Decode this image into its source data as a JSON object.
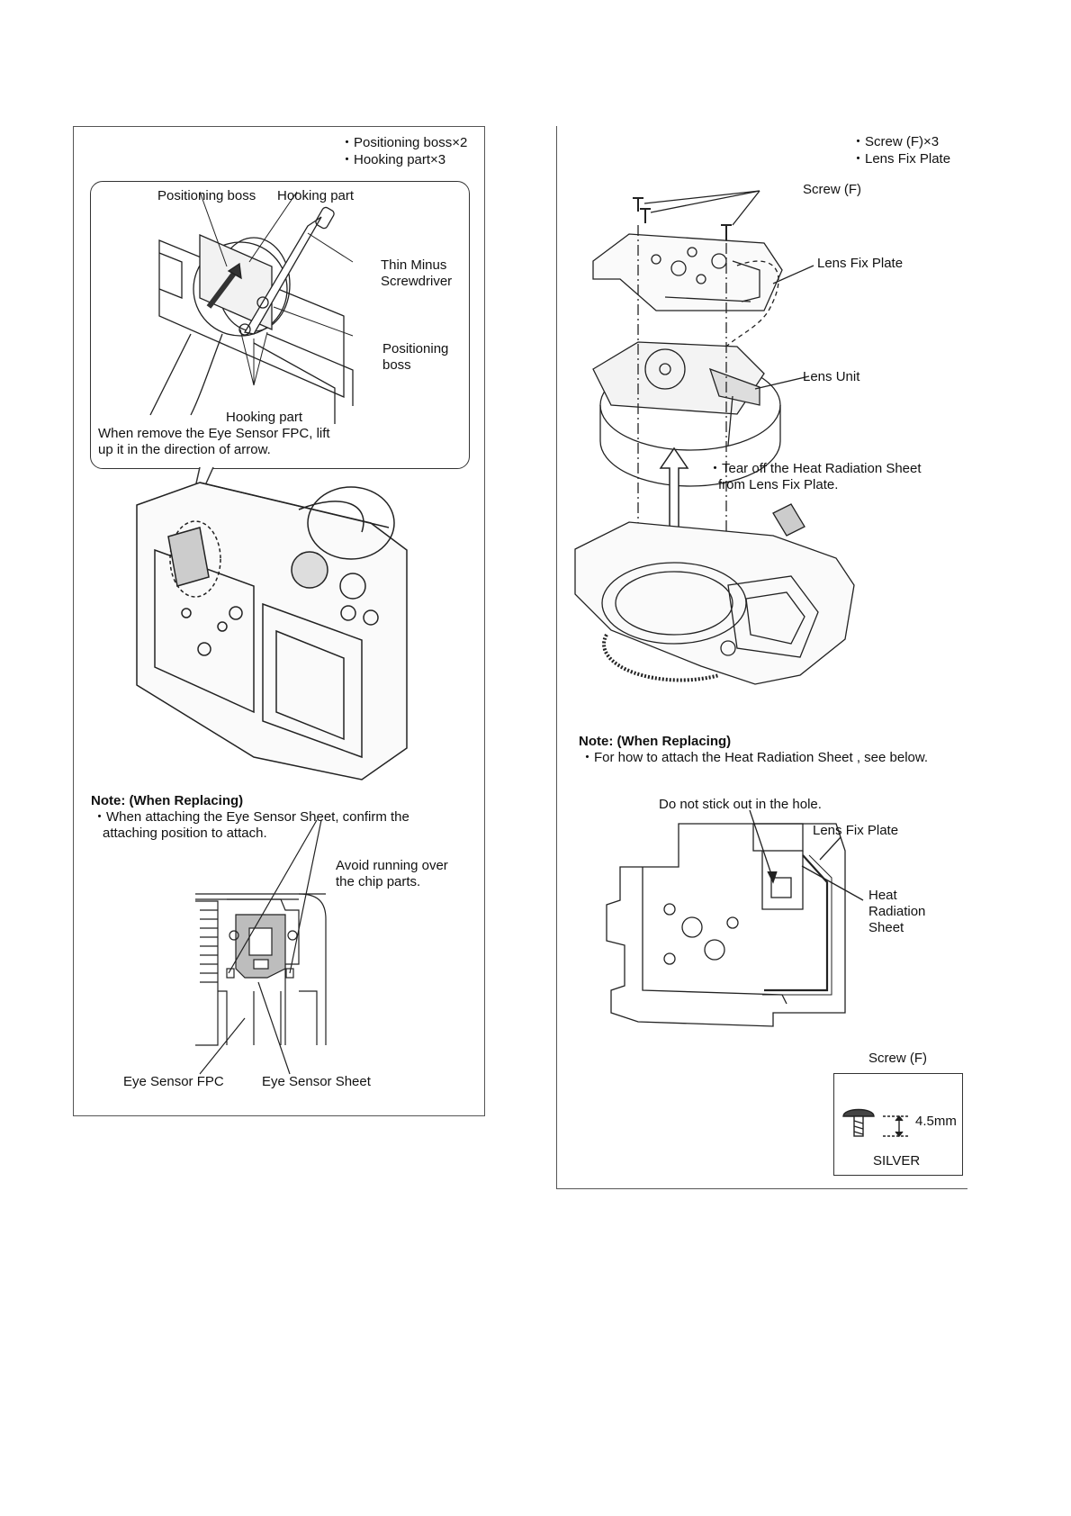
{
  "left_panel": {
    "parts": [
      "・Positioning boss×2",
      "・Hooking part×3"
    ],
    "callout": {
      "positioning_boss_top": "Positioning boss",
      "hooking_part_top": "Hooking part",
      "thin_minus_1": "Thin Minus",
      "thin_minus_2": "Screwdriver",
      "positioning_boss_right_1": "Positioning",
      "positioning_boss_right_2": "boss",
      "hooking_part_bottom": "Hooking part",
      "instruction_1": "When remove the Eye Sensor FPC, lift",
      "instruction_2": "up it in the direction of arrow."
    },
    "note": {
      "title": "Note: (When Replacing)",
      "line1": "・When attaching the Eye Sensor Sheet, confirm the",
      "line2": "attaching position to attach."
    },
    "detail": {
      "avoid_1": "Avoid running over",
      "avoid_2": "the chip parts.",
      "fpc_label": "Eye Sensor FPC",
      "sheet_label": "Eye Sensor Sheet"
    }
  },
  "right_panel": {
    "parts": [
      "・Screw (F)×3",
      "・Lens Fix Plate"
    ],
    "labels": {
      "screw_f": "Screw (F)",
      "lens_fix_plate": "Lens Fix Plate",
      "lens_unit": "Lens Unit",
      "tear_1": "・Tear off the Heat Radiation Sheet",
      "tear_2": "from Lens Fix Plate."
    },
    "note": {
      "title": "Note: (When Replacing)",
      "line1": "・For how to attach the Heat Radiation Sheet , see below."
    },
    "detail": {
      "do_not_stick": "Do not stick out in the hole.",
      "lens_fix_plate": "Lens Fix Plate",
      "heat_1": "Heat",
      "heat_2": "Radiation",
      "heat_3": "Sheet"
    },
    "screw_box": {
      "title": "Screw (F)",
      "size": "4.5mm",
      "color": "SILVER"
    }
  }
}
